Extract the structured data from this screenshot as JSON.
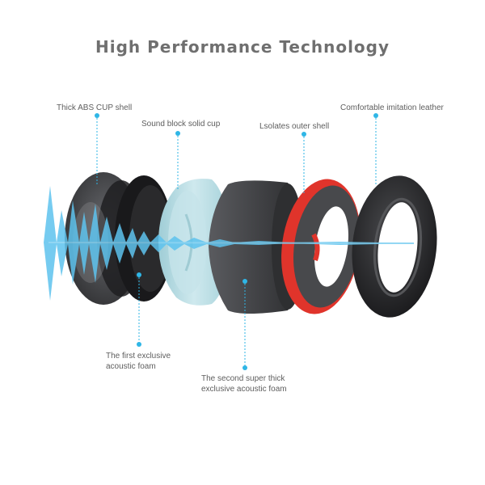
{
  "title": "High Performance Technology",
  "labels": {
    "abs_cup": "Thick ABS CUP shell",
    "sound_block": "Sound block solid cup",
    "isolates": "Lsolates outer shell",
    "leather": "Comfortable imitation leather",
    "foam1_line1": "The first exclusive",
    "foam1_line2": "acoustic foam",
    "foam2_line1": "The second super thick",
    "foam2_line2": "exclusive acoustic foam"
  },
  "colors": {
    "accent": "#2fb6e6",
    "wave": "#5ec3ee",
    "abs_shell": "#3a3a3c",
    "foam_dark": "#1c1c1e",
    "sound_block": "#b9dde3",
    "foam_gray": "#48494c",
    "red_ring": "#e0342b",
    "leather": "#1e1e20"
  }
}
